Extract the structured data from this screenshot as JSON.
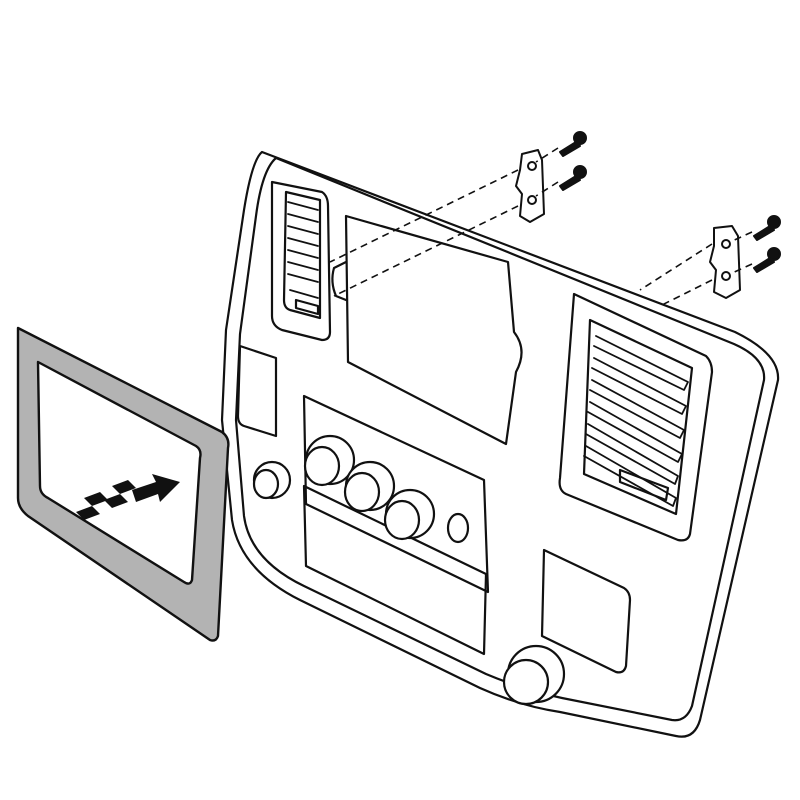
{
  "diagram": {
    "subject": "dash-kit-installation",
    "colors": {
      "line": "#111111",
      "background": "#ffffff",
      "bezel_fill": "#b3b3b3",
      "screen_fill": "#ffffff",
      "arrow": "#111111"
    },
    "parts": {
      "bezel": "trim-bezel",
      "arrow": "insertion-arrow",
      "dash": "dashboard-panel",
      "brackets": [
        "mounting-bracket-upper",
        "mounting-bracket-lower"
      ],
      "screws": [
        "screw-1",
        "screw-2",
        "screw-3",
        "screw-4"
      ],
      "knobs": [
        "knob-left",
        "knob-center-1",
        "knob-center-2",
        "knob-center-3",
        "knob-bottom"
      ]
    },
    "icons": {
      "arrow": "arrow-right-icon",
      "screw": "screw-icon",
      "vent": "vent-icon"
    }
  }
}
